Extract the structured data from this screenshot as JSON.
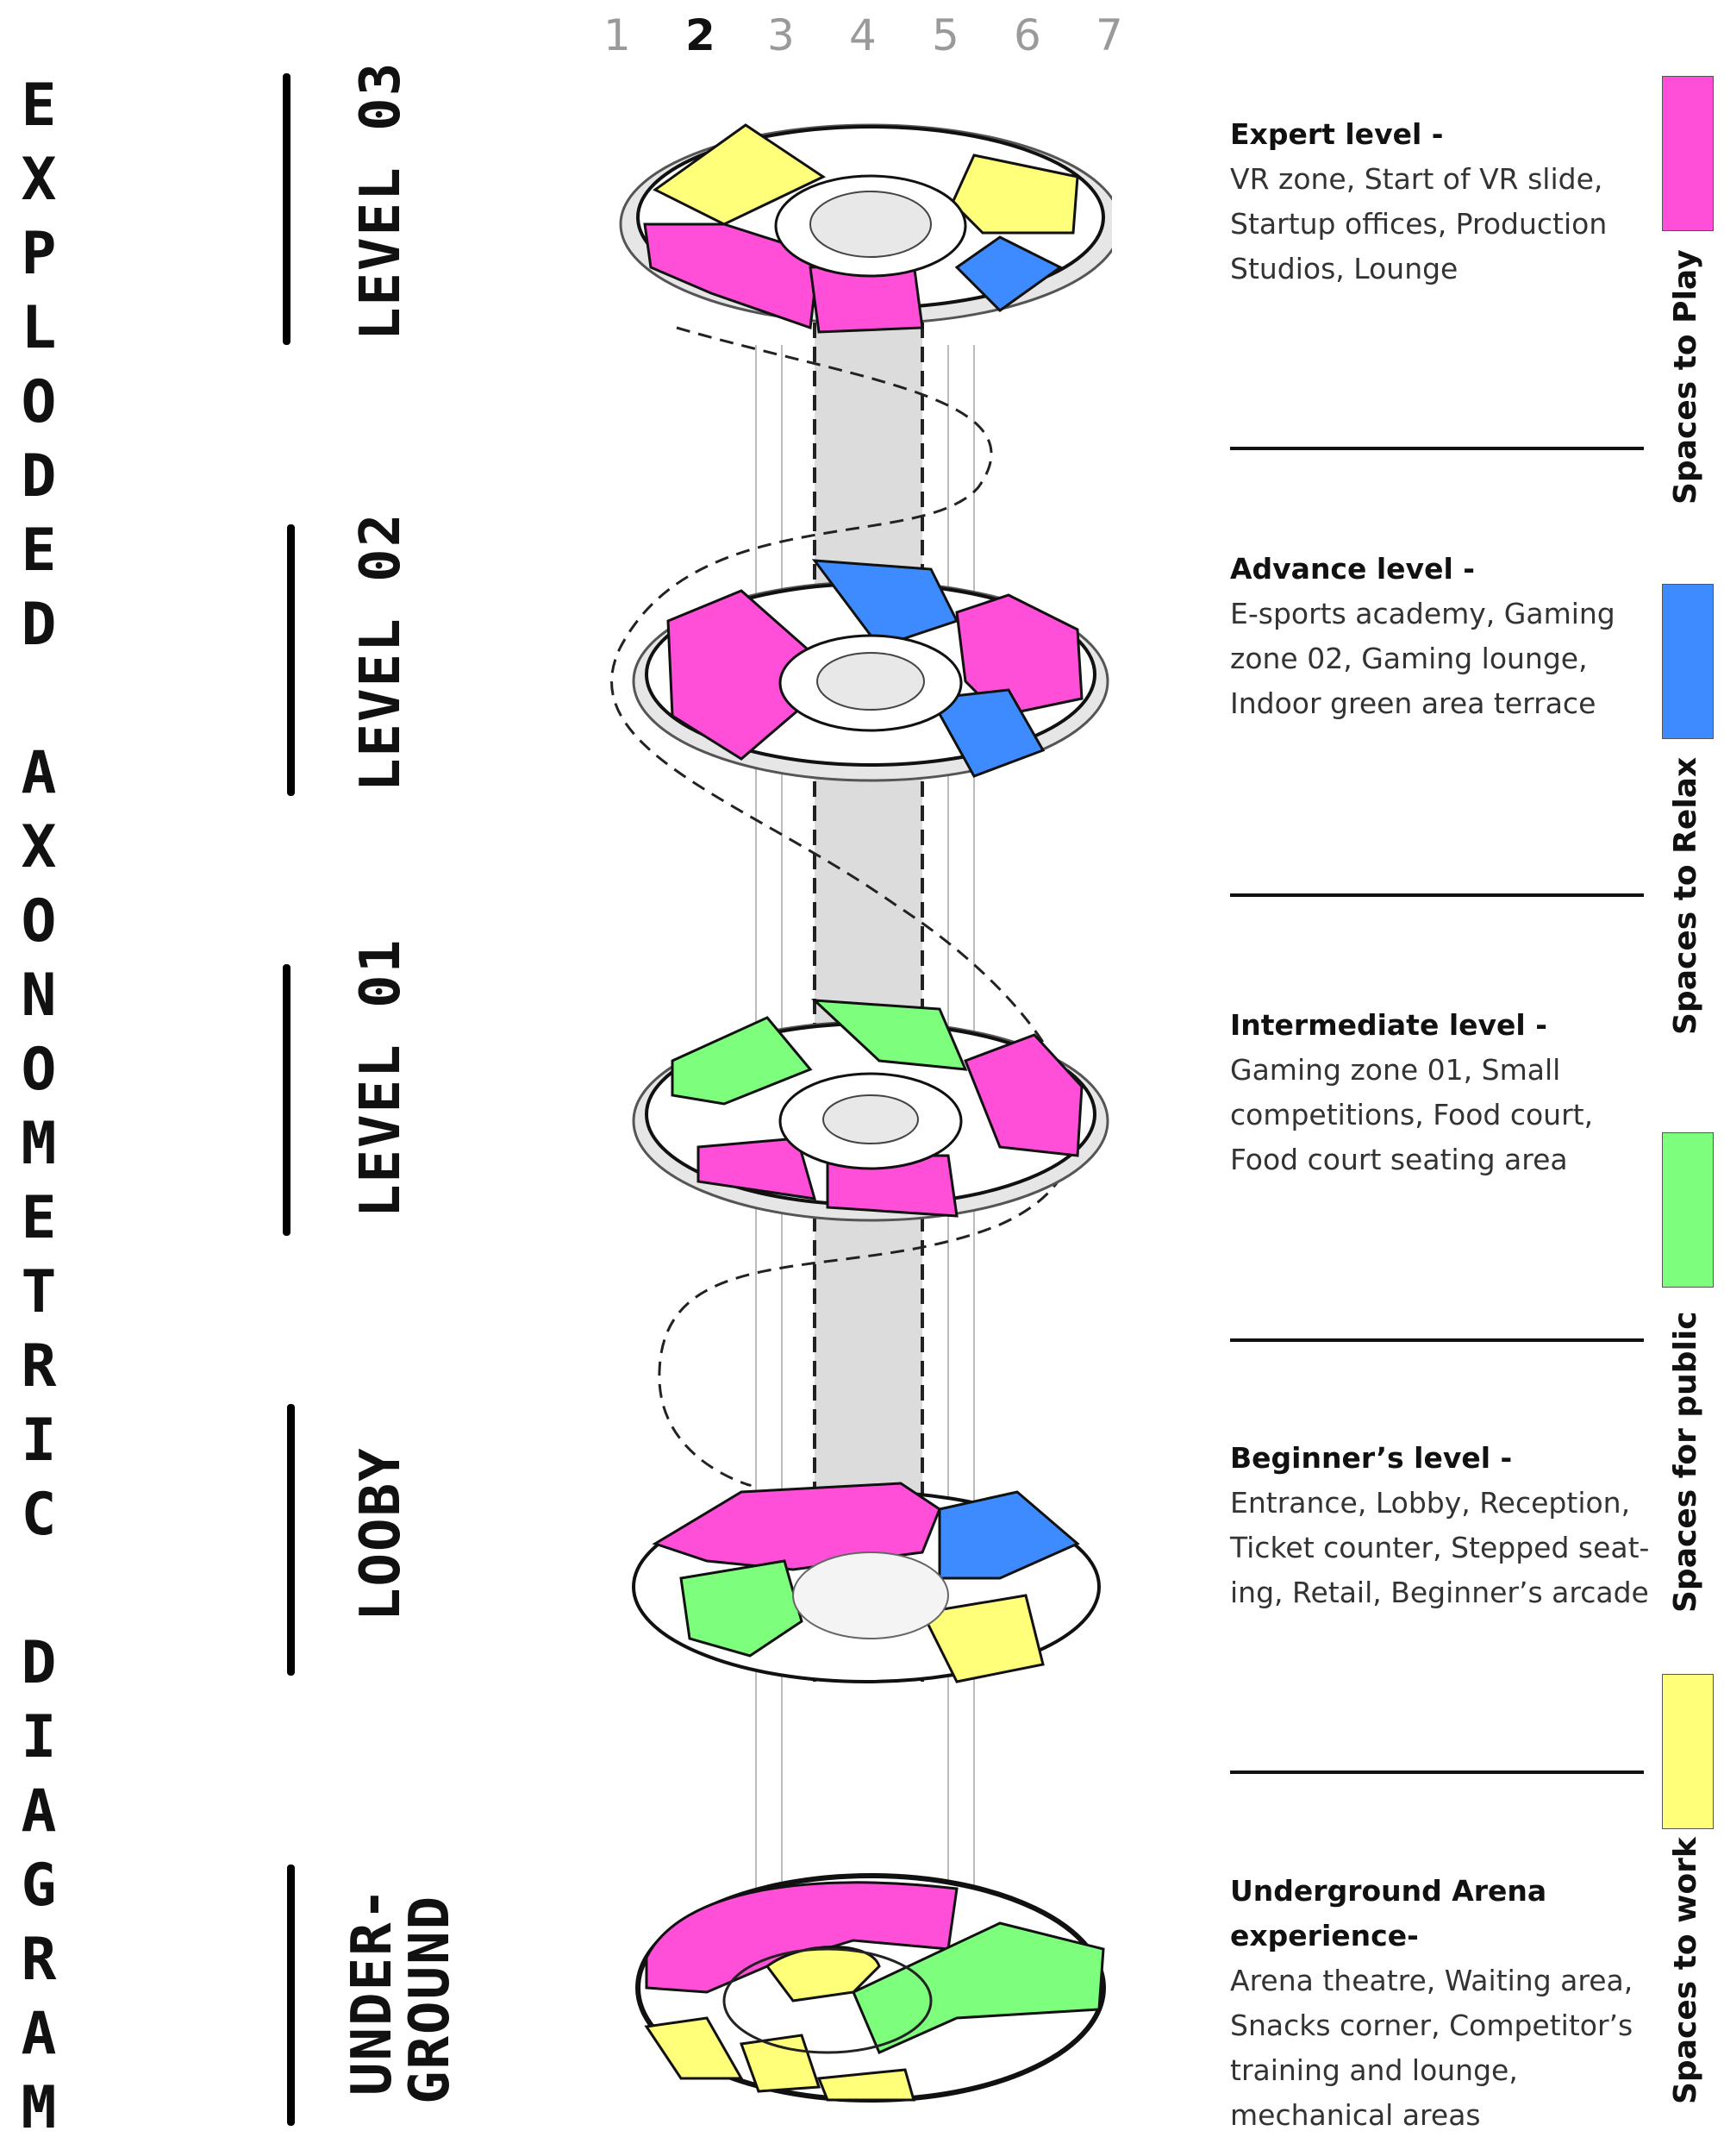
{
  "title_letters": [
    "E",
    "X",
    "P",
    "L",
    "O",
    "D",
    "E",
    "D",
    "",
    "A",
    "X",
    "O",
    "N",
    "O",
    "M",
    "E",
    "T",
    "R",
    "I",
    "C",
    "",
    "D",
    "I",
    "A",
    "G",
    "R",
    "A",
    "M"
  ],
  "column_numbers": [
    "1",
    "2",
    "3",
    "4",
    "5",
    "6",
    "7"
  ],
  "levels": {
    "level03": "LEVEL 03",
    "level02": "LEVEL 02",
    "level01": "LEVEL 01",
    "lobby": "LOOBY",
    "underground_1": "UNDER-",
    "underground_2": "GROUND"
  },
  "descriptions": {
    "expert_title": "Expert level -",
    "expert_body": "VR zone, Start of VR slide, Startup offices, Production Studios, Lounge",
    "advance_title": "Advance level -",
    "advance_body": "E-sports academy, Gaming zone 02, Gaming lounge, Indoor green area terrace",
    "intermediate_title": "Intermediate level -",
    "intermediate_body": "Gaming zone 01, Small competitions, Food court, Food court seating area",
    "beginner_title": "Beginner’s level -",
    "beginner_body": "Entrance, Lobby, Reception, Ticket counter, Stepped seat-ing, Retail, Beginner’s arcade",
    "underground_title": "Underground Arena experience-",
    "underground_body": "Arena theatre, Waiting area, Snacks corner, Competitor’s training and lounge, mechanical areas"
  },
  "legend": {
    "play": "Spaces to Play",
    "relax": "Spaces to Relax",
    "public": "Spaces for public",
    "work": "Spaces to work"
  },
  "colors": {
    "play": "#ff4fd8",
    "relax": "#3d8bff",
    "public": "#7dff7d",
    "work": "#ffff7a"
  }
}
